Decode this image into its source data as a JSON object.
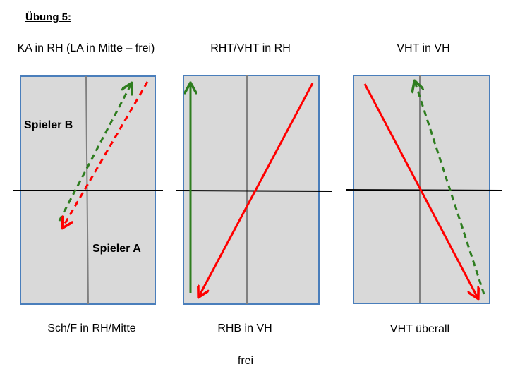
{
  "title": "Übung 5:",
  "courts": [
    {
      "top_caption": "KA in RH (LA in Mitte – frei)",
      "bottom_caption": "Sch/F in RH/Mitte",
      "player_b": "Spieler B",
      "player_a": "Spieler A"
    },
    {
      "top_caption": "RHT/VHT in RH",
      "bottom_caption": "RHB in VH"
    },
    {
      "top_caption": "VHT in VH",
      "bottom_caption": "VHT überall"
    }
  ],
  "footer": "frei",
  "colors": {
    "court_fill": "#d9d9d9",
    "court_border": "#4a7ebb",
    "center_line": "#808080",
    "net": "#000000",
    "red_arrow": "#ff0000",
    "green_arrow": "#2e7d1f"
  }
}
